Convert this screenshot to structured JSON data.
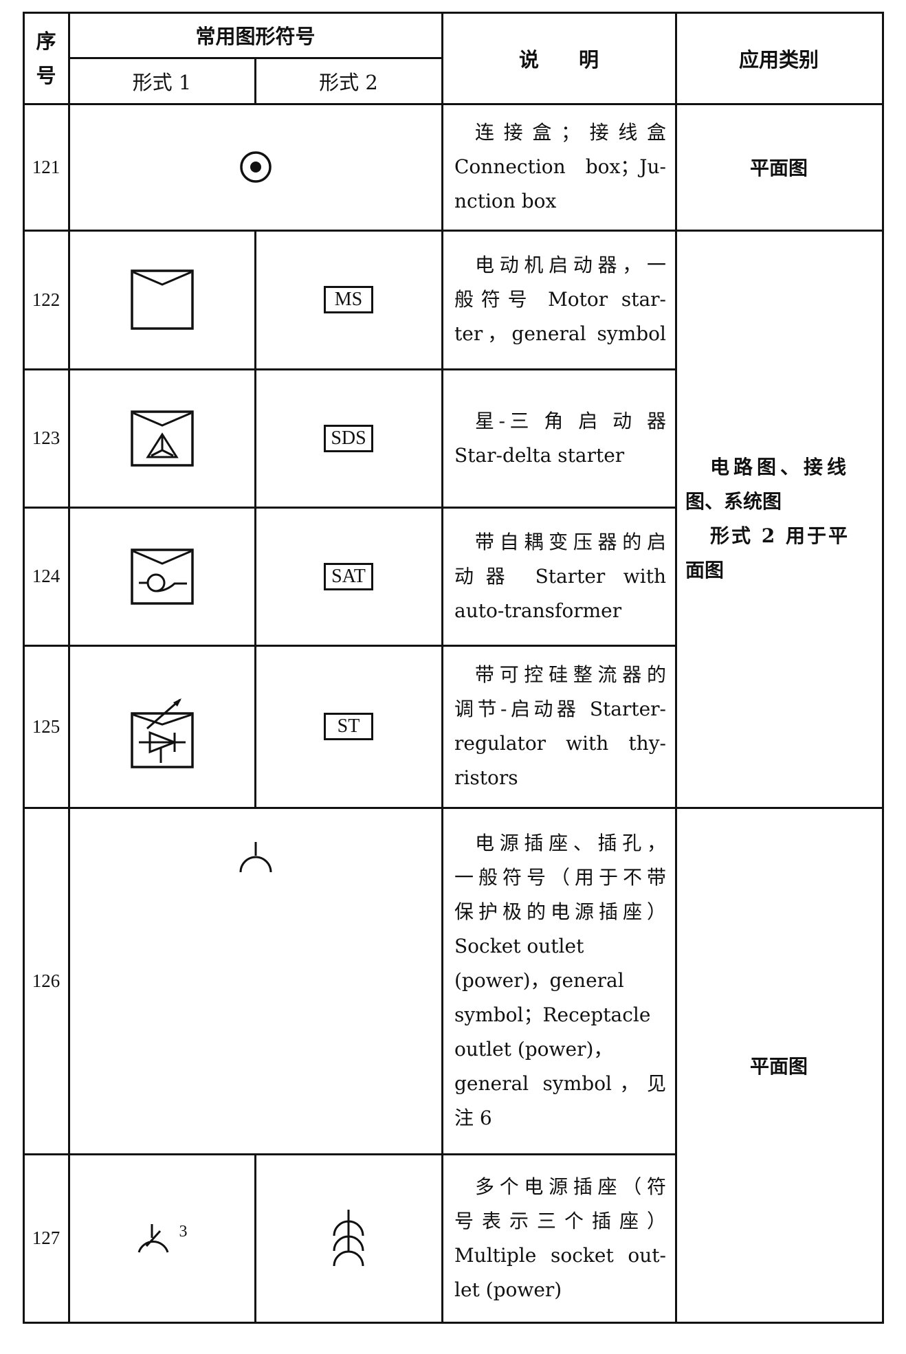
{
  "header": {
    "seq": "序号",
    "seq_top": "序",
    "seq_bottom": "号",
    "symbols": "常用图形符号",
    "form1": "形式 1",
    "form2": "形式 2",
    "desc": "说　　明",
    "category": "应用类别"
  },
  "rows": [
    {
      "num": "121",
      "desc_lines": [
        "连接盒；接线盒",
        "Connection box；Ju-",
        "nction box"
      ]
    },
    {
      "num": "122",
      "form2": "MS",
      "desc_lines": [
        "电动机启动器，一",
        "般符号 Motor star-",
        "ter，general symbol"
      ]
    },
    {
      "num": "123",
      "form2": "SDS",
      "desc_lines": [
        "星-三 角 启 动 器",
        "Star-delta starter"
      ]
    },
    {
      "num": "124",
      "form2": "SAT",
      "desc_lines": [
        "带自耦变压器的启",
        "动器 Starter with",
        "auto-transformer"
      ]
    },
    {
      "num": "125",
      "form2": "ST",
      "desc_lines": [
        "带可控硅整流器的",
        "调节-启动器 Starter-",
        "regulator  with  thy-",
        "ristors"
      ]
    },
    {
      "num": "126",
      "desc_lines": [
        "电源插座、插孔，",
        "一般符号（用于不带",
        "保护极的电源插座）",
        "Socket outlet",
        "(power)，general",
        "symbol；Receptacle",
        "outlet (power)，",
        "general  symbol，见",
        "注 6"
      ]
    },
    {
      "num": "127",
      "form1_sup": "3",
      "desc_lines": [
        "多个电源插座（符",
        "号表示三个插座）",
        "Multiple socket out-",
        "let (power)"
      ]
    }
  ],
  "categories": {
    "row121": "平面图",
    "rows122_125": [
      "电路图、接线",
      "图、系统图",
      "形式 2 用于平",
      "面图"
    ],
    "rows126_127": "平面图"
  }
}
